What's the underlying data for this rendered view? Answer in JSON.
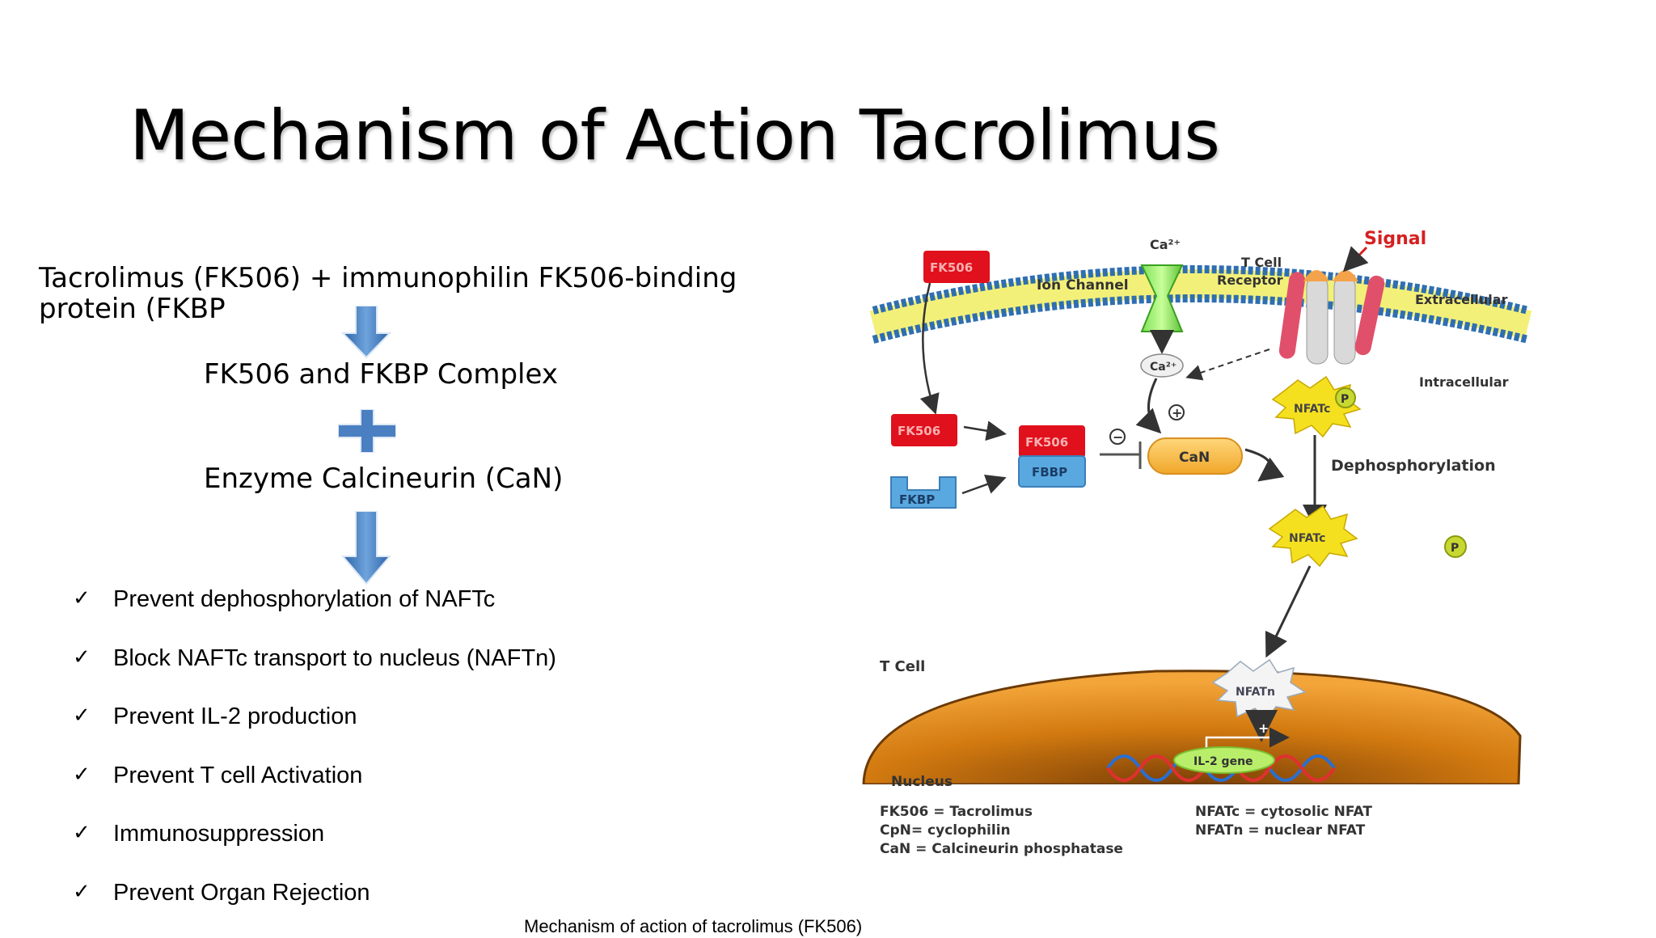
{
  "title": "Mechanism of Action Tacrolimus",
  "intro": "Tacrolimus (FK506) + immunophilin FK506-binding protein (FKBP",
  "steps": {
    "complex": "FK506 and FKBP Complex",
    "enzyme": "Enzyme Calcineurin (CaN)"
  },
  "effects": [
    "Prevent dephosphorylation of NAFTc",
    "Block NAFTc transport to nucleus (NAFTn)",
    "Prevent IL-2 production",
    "Prevent T cell Activation",
    "Immunosuppression",
    "Prevent Organ Rejection"
  ],
  "check_mark": "✓",
  "caption": "Mechanism of action of tacrolimus (FK506)",
  "diagram": {
    "signal": "Signal",
    "tcell_receptor_1": "T Cell",
    "tcell_receptor_2": "Receptor",
    "ca_top": "Ca²⁺",
    "ion_channel": "Ion Channel",
    "extracellular": "Extracellular",
    "intracellular": "Intracellular",
    "fk506_a": "FK506",
    "fk506_b": "FK506",
    "fk506_c": "FK506",
    "fkbp": "FKBP",
    "fbbp": "FBBP",
    "ca_inner": "Ca²⁺",
    "plus": "+",
    "minus": "−",
    "can": "CaN",
    "nfatc_top": "NFATc",
    "nfatc_mid": "NFATc",
    "nfatn": "NFATn",
    "p_label": "P",
    "dephos": "Dephosphorylation",
    "tcell": "T Cell",
    "nucleus": "Nucleus",
    "il2": "IL-2 gene",
    "plus_small": "+"
  },
  "legend": {
    "left": [
      "FK506 = Tacrolimus",
      "CpN= cyclophilin",
      "CaN = Calcineurin phosphatase"
    ],
    "right": [
      "NFATc = cytosolic NFAT",
      "NFATn = nuclear NFAT"
    ]
  },
  "colors": {
    "arrow_blue": "#4a7fc1",
    "fk506_red": "#e0101c",
    "fkbp_blue": "#5aa8e0",
    "can_yellow": "#f5b73a",
    "nucleus_orange": "#e8900f",
    "membrane_blue": "#2f6fb0",
    "membrane_yellow": "#f3f07a",
    "signal_red": "#d62020"
  }
}
